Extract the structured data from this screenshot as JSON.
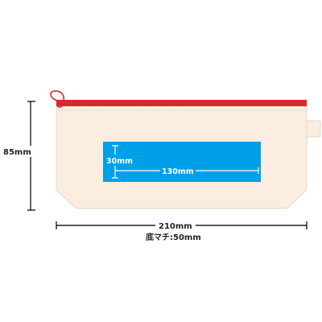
{
  "dimensions": {
    "height_label": "85mm",
    "width_label": "210mm",
    "gusset_label": "底マチ:50mm"
  },
  "print_area": {
    "height_label": "30mm",
    "width_label": "130mm"
  },
  "colors": {
    "pouch_body": "#fbeee0",
    "pouch_outline": "#e4d6c6",
    "zipper": "#d9282f",
    "print_area": "#00a0e9",
    "dimension_lines": "#231f20",
    "print_dimension_lines": "#ffffff"
  }
}
